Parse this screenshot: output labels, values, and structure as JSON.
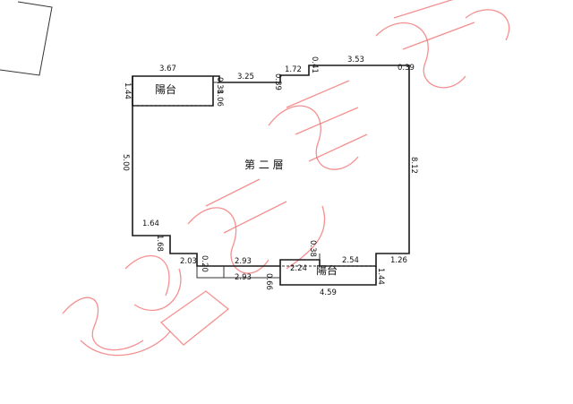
{
  "floor_label": "第 二 層",
  "rooms": {
    "balcony_top": "陽台",
    "balcony_bottom": "陽台"
  },
  "dimensions": {
    "top_balcony_width": "3.67",
    "top_balcony_right": "0.38",
    "top_balcony_depth": "1.44",
    "top_balcony_inner": "1.06",
    "top_mid": "3.25",
    "step_a": "0.39",
    "step_b": "1.72",
    "step_c": "0.41",
    "top_right": "3.53",
    "corner_right": "0.39",
    "left_height": "5.00",
    "right_height": "8.12",
    "left_step": "1.64",
    "left_lower": "1.68",
    "bottom_left": "2.03",
    "bottom_small": "0.20",
    "bottom_mid_upper": "2.93",
    "bottom_mid_lower": "2.93",
    "bottom_step": "0.38",
    "bottom_balcony_left": "2.24",
    "bottom_balcony_right": "2.54",
    "bottom_right": "1.26",
    "bottom_balcony_side": "1.44",
    "bottom_balcony_depth": "0.66",
    "bottom_balcony_width": "4.59"
  },
  "watermark": {
    "color": "#f26b6b"
  }
}
